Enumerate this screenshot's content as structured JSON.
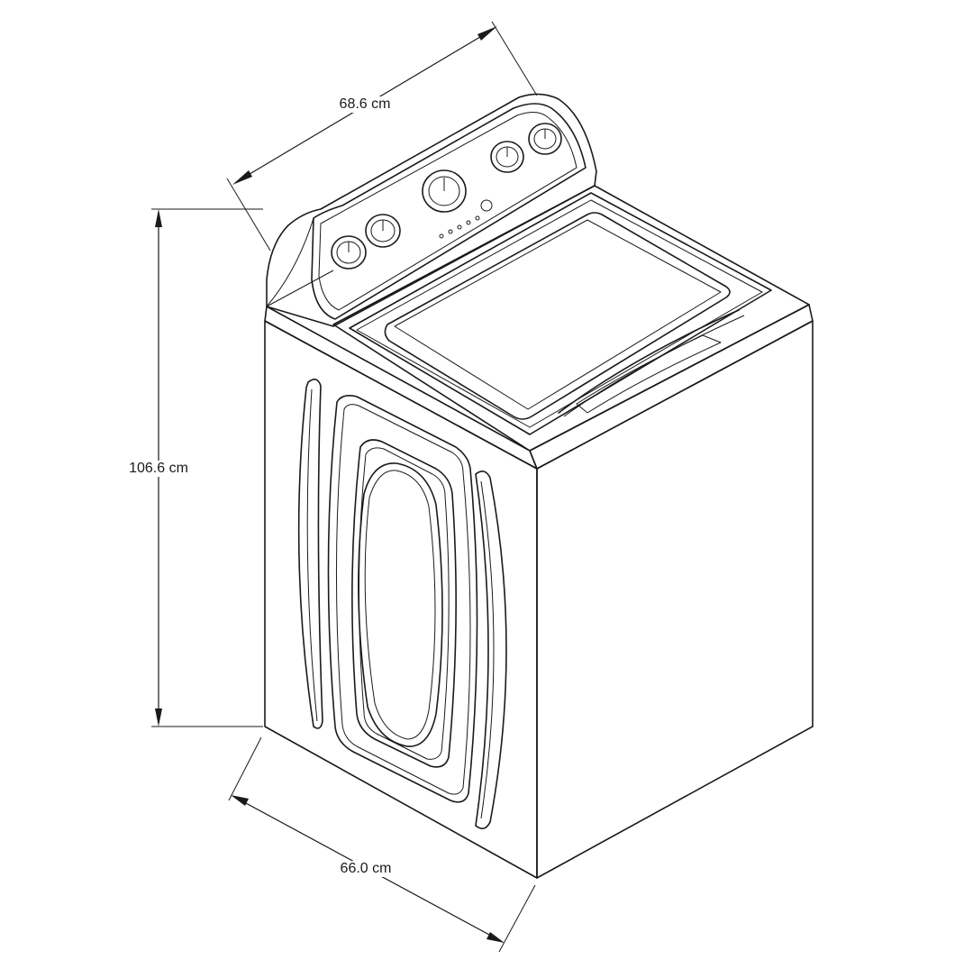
{
  "dimensions": {
    "width": "68.6 cm",
    "height": "106.6 cm",
    "depth": "66.0 cm"
  },
  "icons": {
    "appliance": "top-load-washer-icon",
    "knob": "dial-knob-icon"
  },
  "colors": {
    "line": "#1a1a1a",
    "background": "#ffffff"
  }
}
